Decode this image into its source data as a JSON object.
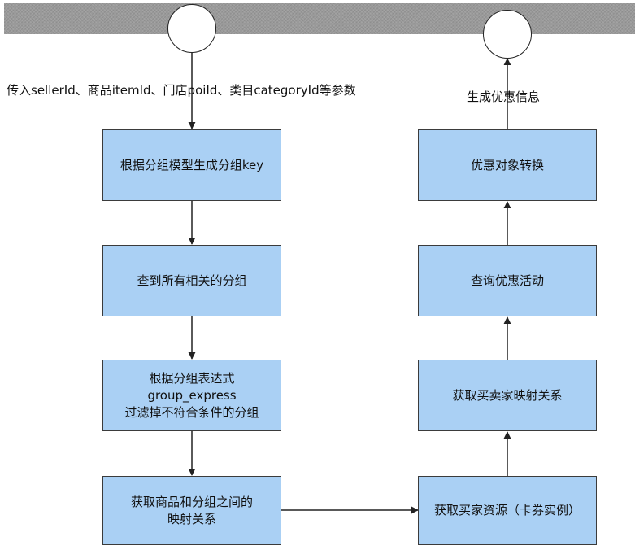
{
  "header_bar_color": "#9a9a9a",
  "box_color": "#aad0f4",
  "left_flow": {
    "input_label": "传入sellerId、商品itemId、门店poiId、类目categoryId等参数",
    "steps": [
      {
        "lines": [
          "根据分组模型生成分组key"
        ]
      },
      {
        "lines": [
          "查到所有相关的分组"
        ]
      },
      {
        "lines": [
          "根据分组表达式",
          "group_express",
          "过滤掉不符合条件的分组"
        ]
      },
      {
        "lines": [
          "获取商品和分组之间的",
          "映射关系"
        ]
      }
    ]
  },
  "right_flow": {
    "output_label": "生成优惠信息",
    "steps": [
      {
        "lines": [
          "优惠对象转换"
        ]
      },
      {
        "lines": [
          "查询优惠活动"
        ]
      },
      {
        "lines": [
          "获取买卖家映射关系"
        ]
      },
      {
        "lines": [
          "获取买家资源（卡券实例）"
        ]
      }
    ]
  }
}
